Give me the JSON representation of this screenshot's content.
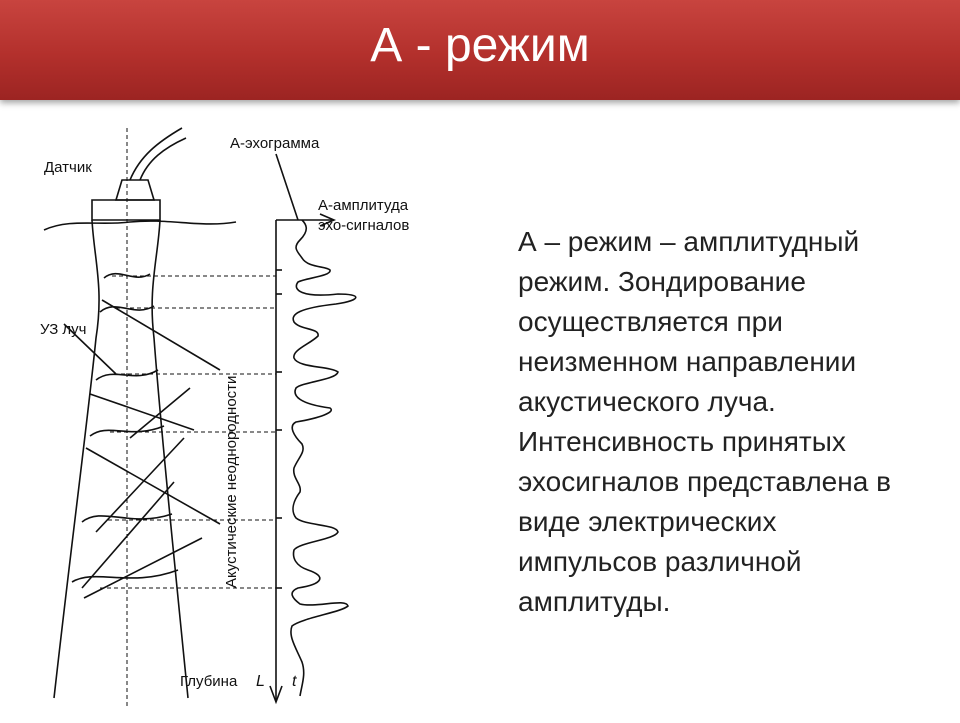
{
  "slide": {
    "title": "А - режим",
    "body_lines": [
      "А – режим – амплитудный",
      "режим. Зондирование",
      "осуществляется при",
      "неизменном направлении",
      "акустического луча.",
      "Интенсивность принятых",
      "эхосигналов представлена в",
      "виде  электрических",
      "импульсов различной",
      "амплитуды."
    ]
  },
  "diagram": {
    "label_sensor": "Датчик",
    "label_a_echogram": "А-эхограмма",
    "label_amplitude_1": "А-амплитуда",
    "label_amplitude_2": "эхо-сигналов",
    "label_us_beam": "УЗ луч",
    "label_inhomogeneities": "Акустические неоднородности",
    "label_depth": "Глубина",
    "label_depth_symbol": "L",
    "label_time": "t"
  },
  "colors": {
    "title_bar": "#b3302c",
    "title_text": "#ffffff",
    "body_text": "#222222",
    "line": "#111111"
  }
}
